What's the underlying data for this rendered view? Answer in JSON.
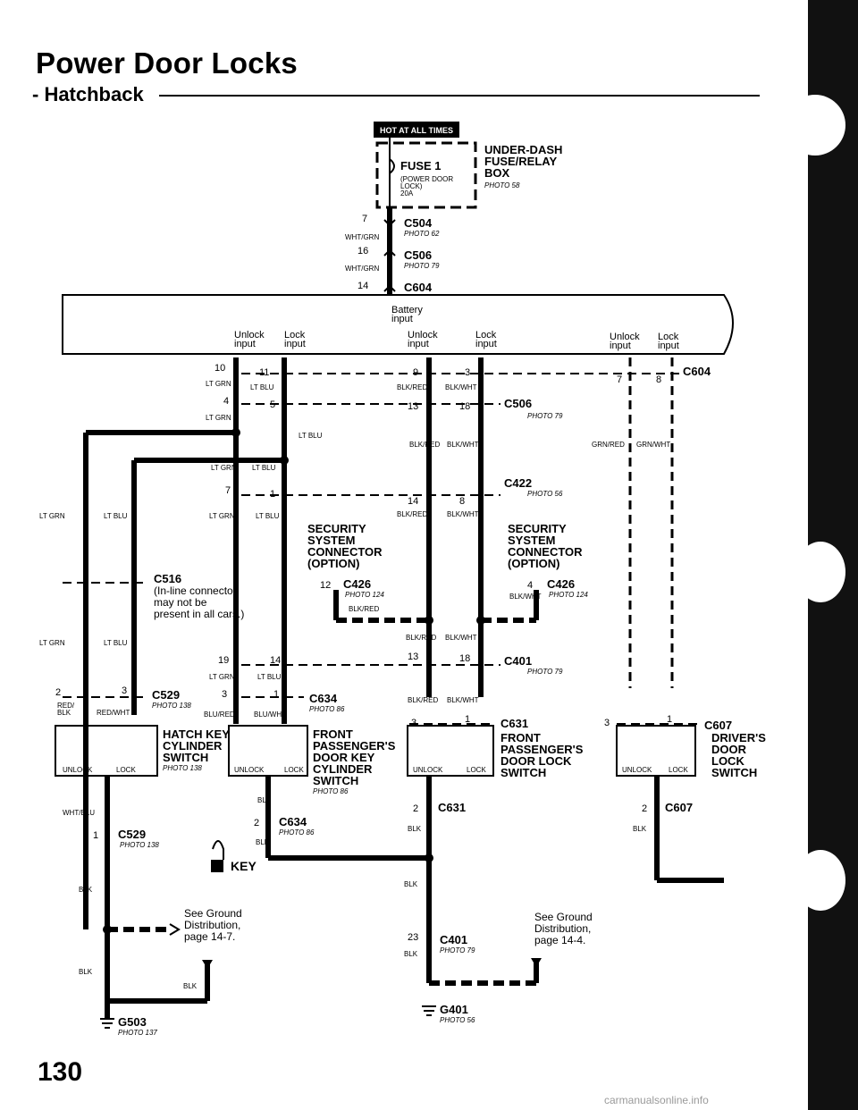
{
  "title": "Power Door Locks",
  "subtitle": "- Hatchback",
  "page_number": "130",
  "footer_watermark": "carmanualsonline.info",
  "hot_label": "HOT AT ALL TIMES",
  "fuse": {
    "name": "FUSE 1",
    "desc": "(POWER DOOR",
    "desc2": "LOCK)",
    "rating": "20A"
  },
  "fuse_box": {
    "l1": "UNDER-DASH",
    "l2": "FUSE/RELAY",
    "l3": "BOX",
    "photo": "PHOTO 58"
  },
  "connectors": {
    "c504": "C504",
    "c504_photo": "PHOTO 62",
    "c504_pin": "7",
    "c506": "C506",
    "c506_photo": "PHOTO 79",
    "c506_pin": "16",
    "c604": "C604",
    "c604_pin": "14",
    "c506b": "C506",
    "c506b_photo": "PHOTO 79",
    "c422": "C422",
    "c422_photo": "PHOTO 56",
    "c426": "C426",
    "c426_photo": "PHOTO 124",
    "c426b": "C426",
    "c426b_photo": "PHOTO 124",
    "c516": "C516",
    "c516_note1": "(In-line connector;",
    "c516_note2": "may not be",
    "c516_note3": "present in all cars.)",
    "c401": "C401",
    "c401_photo": "PHOTO 79",
    "c529": "C529",
    "c529_photo": "PHOTO 138",
    "c634": "C634",
    "c634_photo": "PHOTO 86",
    "c631": "C631",
    "c607": "C607",
    "c529b": "C529",
    "c529b_photo": "PHOTO 138",
    "c634b": "C634",
    "c634b_photo": "PHOTO 86",
    "c631b": "C631",
    "c607b": "C607",
    "c401b": "C401",
    "c401b_photo": "PHOTO 79",
    "g503": "G503",
    "g503_photo": "PHOTO 137",
    "g401": "G401",
    "g401_photo": "PHOTO 56"
  },
  "control_unit": {
    "battery": "Battery",
    "input": "input",
    "unlock_input": "Unlock",
    "lock_input": "Lock"
  },
  "wires": {
    "wht_grn": "WHT/GRN",
    "lt_grn": "LT GRN",
    "lt_blu": "LT BLU",
    "blk_red": "BLK/RED",
    "blk_wht": "BLK/WHT",
    "grn_red": "GRN/RED",
    "grn_wht": "GRN/WHT",
    "red_blk": "RED/",
    "red_blk2": "BLK",
    "red_wht": "RED/WHT",
    "blu_red": "BLU/RED",
    "blu_wht": "BLU/WHT",
    "wht_blu": "WHT/BLU",
    "blk": "BLK"
  },
  "components": {
    "security1": [
      "SECURITY",
      "SYSTEM",
      "CONNECTOR",
      "(OPTION)"
    ],
    "security2": [
      "SECURITY",
      "SYSTEM",
      "CONNECTOR",
      "(OPTION)"
    ],
    "hatch": [
      "HATCH KEY",
      "CYLINDER",
      "SWITCH"
    ],
    "hatch_photo": "PHOTO 138",
    "front_key": [
      "FRONT",
      "PASSENGER'S",
      "DOOR KEY",
      "CYLINDER",
      "SWITCH"
    ],
    "front_key_photo": "PHOTO 86",
    "front_lock": [
      "FRONT",
      "PASSENGER'S",
      "DOOR LOCK",
      "SWITCH"
    ],
    "driver": [
      "DRIVER'S",
      "DOOR",
      "LOCK",
      "SWITCH"
    ],
    "unlock": "UNLOCK",
    "lock": "LOCK",
    "key": "KEY"
  },
  "ground_refs": {
    "left": [
      "See Ground",
      "Distribution,",
      "page 14-7."
    ],
    "right": [
      "See Ground",
      "Distribution,",
      "page 14-4."
    ]
  },
  "pins": {
    "p10": "10",
    "p11": "11",
    "p9": "9",
    "p3": "3",
    "p7": "7",
    "p8": "8",
    "p4": "4",
    "p5": "5",
    "p13": "13",
    "p18": "18",
    "p7b": "7",
    "p1": "1",
    "p14": "14",
    "p8b": "8",
    "p12": "12",
    "p4b": "4",
    "p19": "19",
    "p14b": "14",
    "p13b": "13",
    "p18b": "18",
    "p2": "2",
    "p3b": "3",
    "p3c": "3",
    "p1b": "1",
    "p3d": "3",
    "p1c": "1",
    "p3e": "3",
    "p1d": "1",
    "p1e": "1",
    "p2b": "2",
    "p2c": "2",
    "p2d": "2",
    "p23": "23"
  }
}
